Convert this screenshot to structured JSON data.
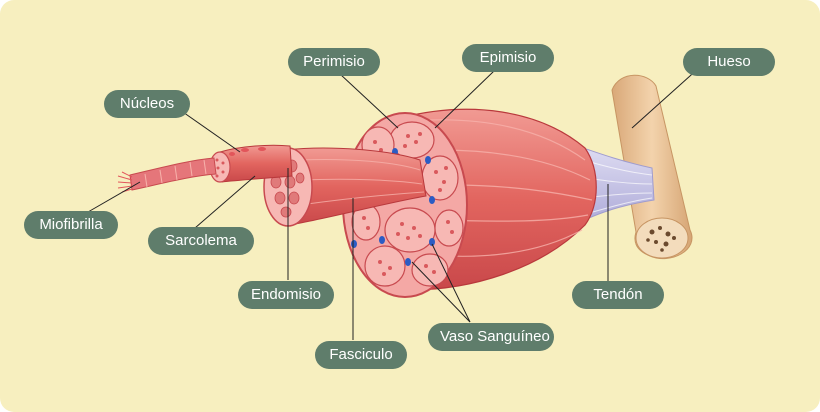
{
  "labels": {
    "perimisio": "Perimisio",
    "epimisio": "Epimisio",
    "hueso": "Hueso",
    "nucleos": "Núcleos",
    "miofibrilla": "Miofibrilla",
    "sarcolema": "Sarcolema",
    "endomisio": "Endomisio",
    "fasciculo": "Fasciculo",
    "vaso_sanguineo": "Vaso Sanguíneo",
    "tendon": "Tendón"
  },
  "colors": {
    "background": "#f7efbf",
    "label_fill": "#5f7d6b",
    "label_text": "#ffffff",
    "muscle": "#e76f6f",
    "bone": "#e9c39a",
    "tendon": "#c8c6e4",
    "vessel": "#2b5cc4"
  }
}
